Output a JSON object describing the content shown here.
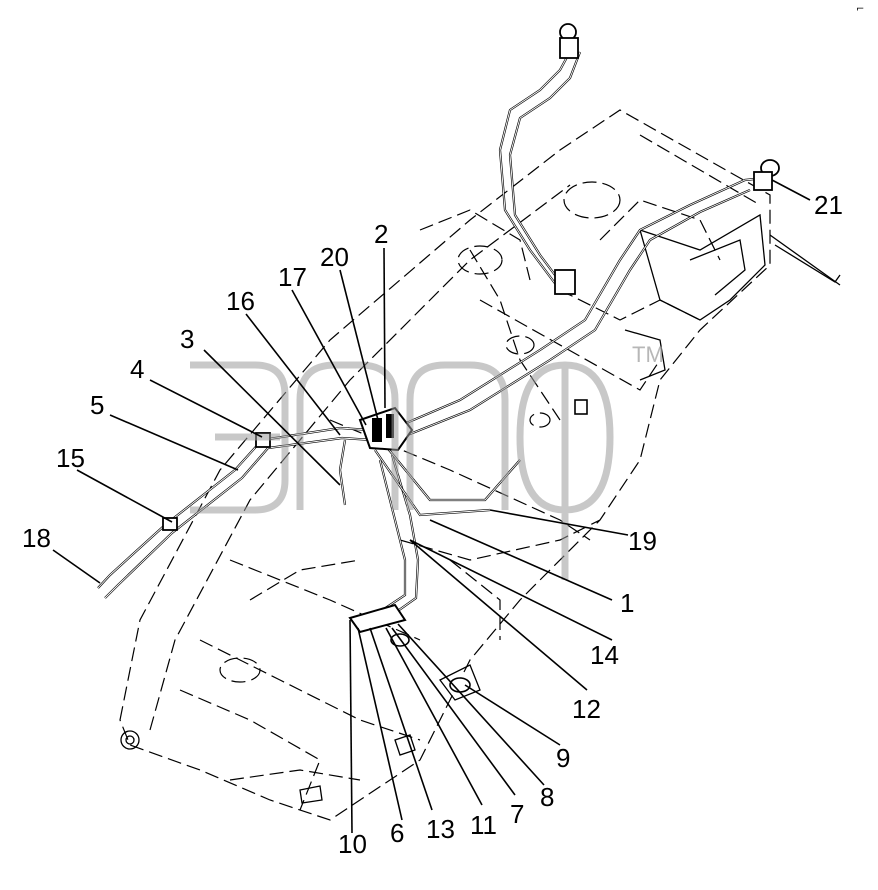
{
  "watermark": {
    "trademark": "TM"
  },
  "corner_mark": "⌐",
  "callouts": [
    {
      "id": "1",
      "label": "1"
    },
    {
      "id": "2",
      "label": "2"
    },
    {
      "id": "3",
      "label": "3"
    },
    {
      "id": "4",
      "label": "4"
    },
    {
      "id": "5",
      "label": "5"
    },
    {
      "id": "6",
      "label": "6"
    },
    {
      "id": "7",
      "label": "7"
    },
    {
      "id": "8",
      "label": "8"
    },
    {
      "id": "9",
      "label": "9"
    },
    {
      "id": "10",
      "label": "10"
    },
    {
      "id": "11",
      "label": "11"
    },
    {
      "id": "12",
      "label": "12"
    },
    {
      "id": "13",
      "label": "13"
    },
    {
      "id": "14",
      "label": "14"
    },
    {
      "id": "15",
      "label": "15"
    },
    {
      "id": "16",
      "label": "16"
    },
    {
      "id": "17",
      "label": "17"
    },
    {
      "id": "18",
      "label": "18"
    },
    {
      "id": "19",
      "label": "19"
    },
    {
      "id": "20",
      "label": "20"
    },
    {
      "id": "21",
      "label": "21"
    }
  ]
}
